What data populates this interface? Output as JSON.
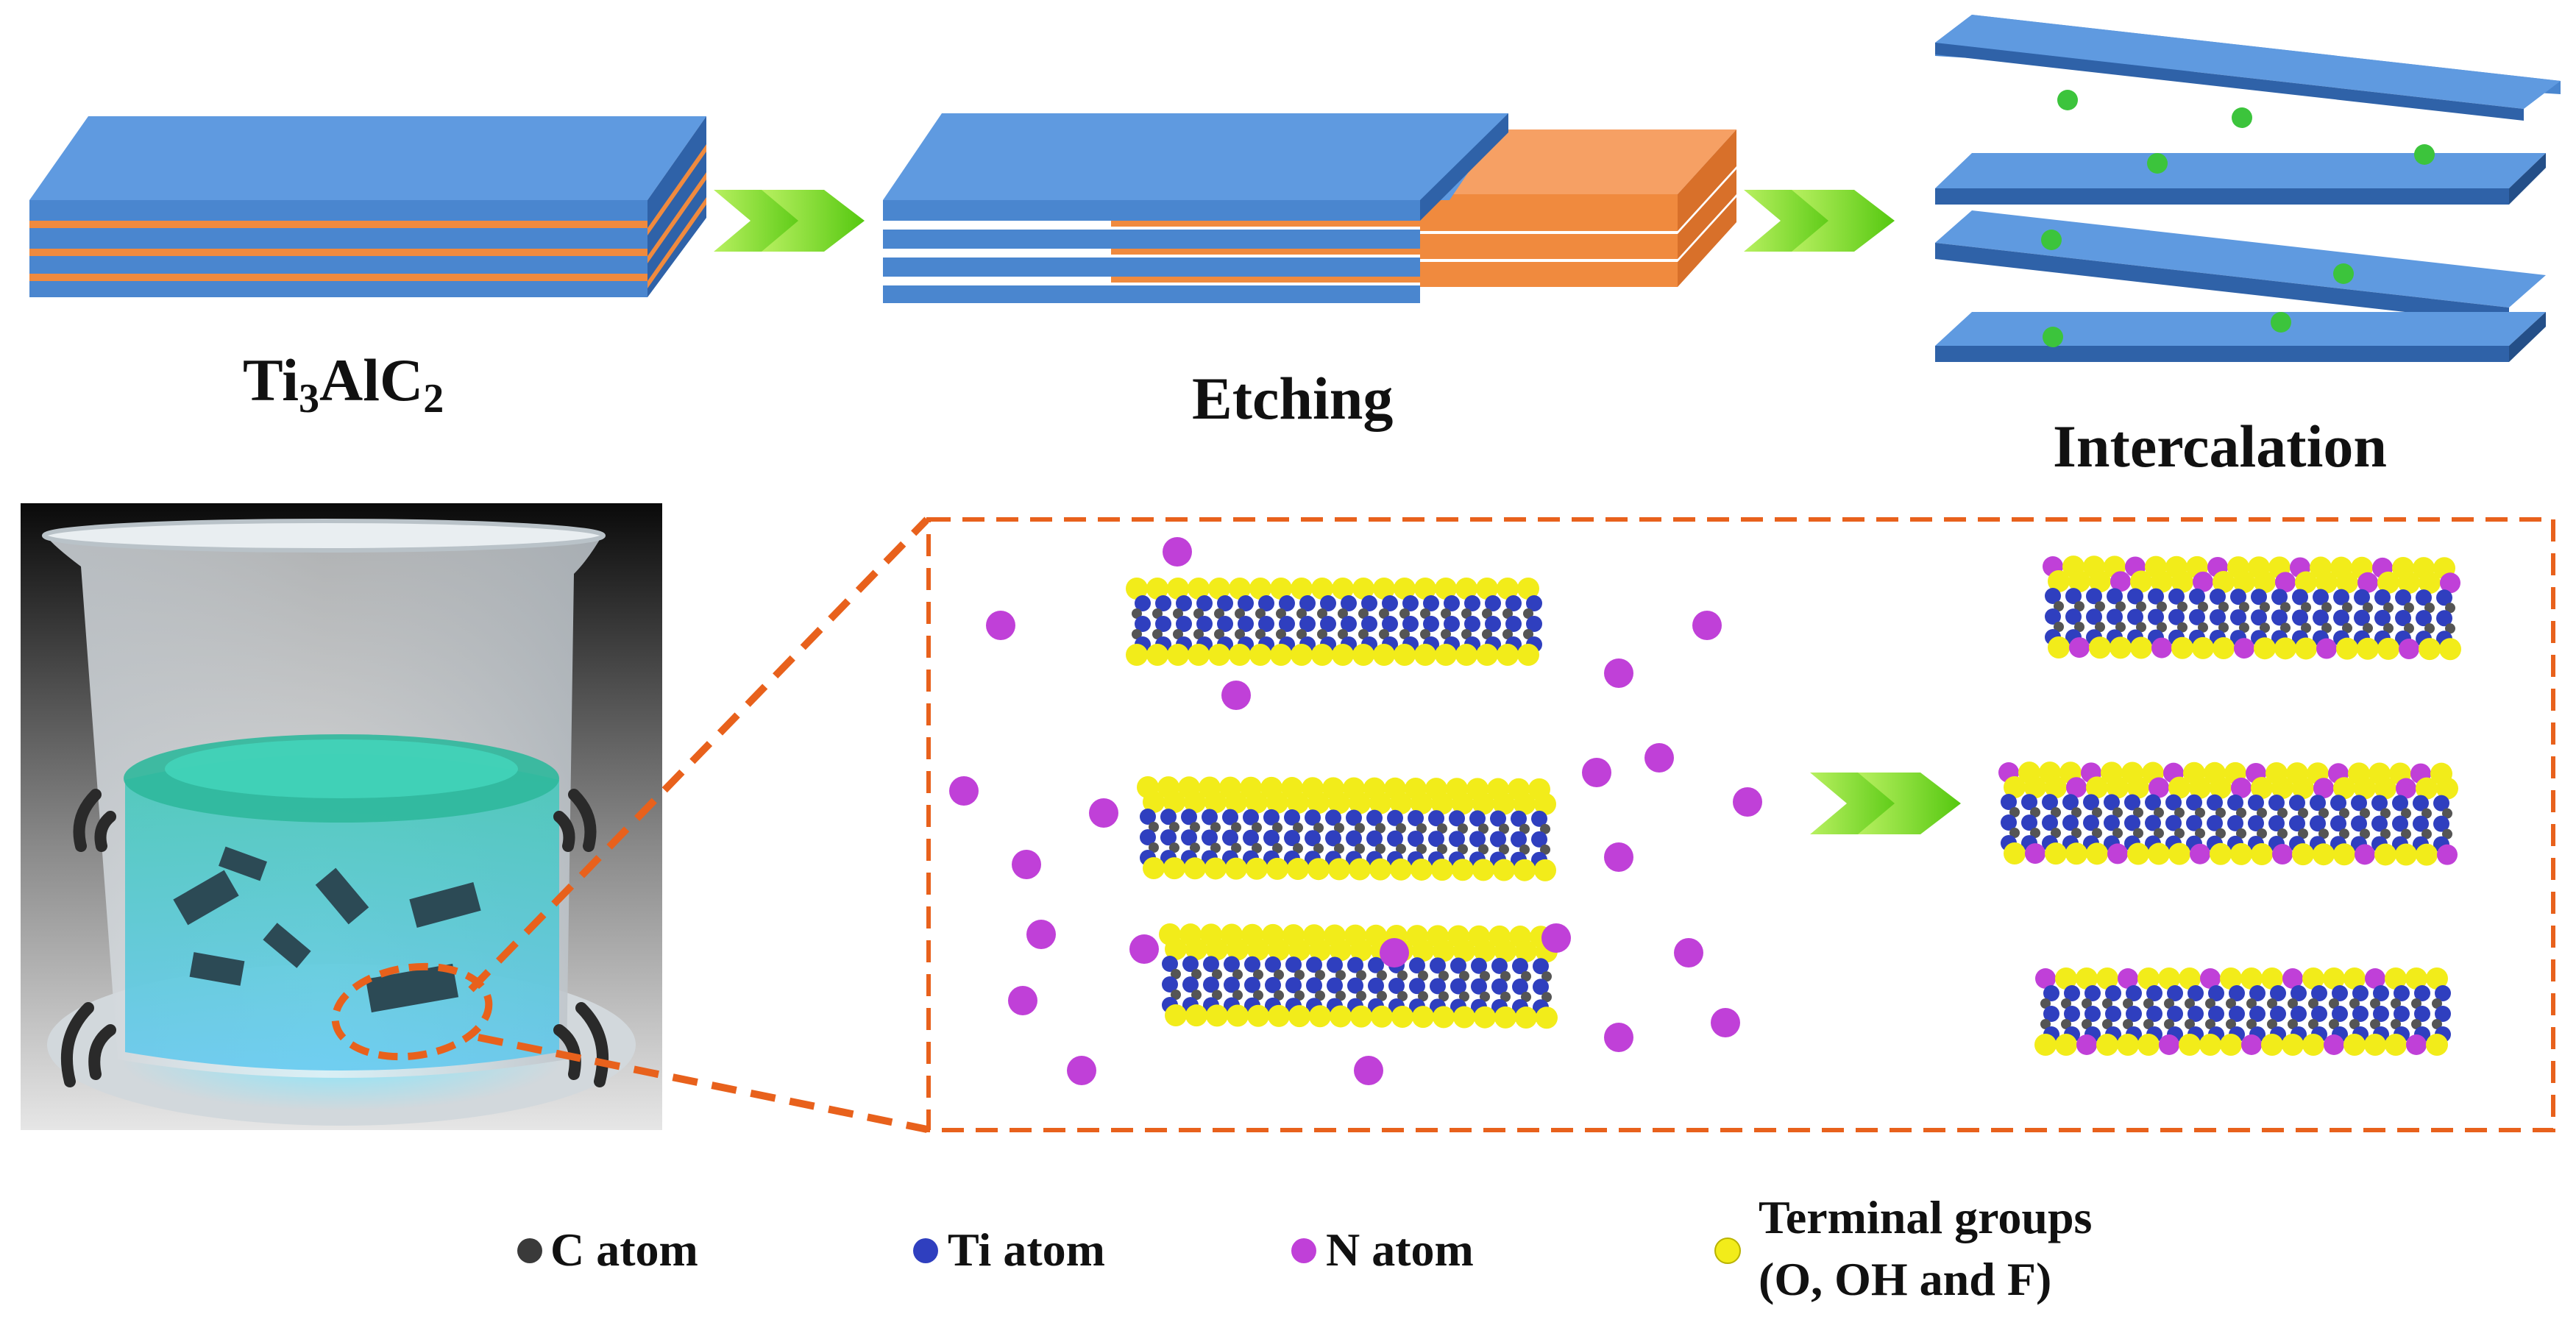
{
  "stages": {
    "precursor": {
      "formula_main": "Ti",
      "formula_sub1": "3",
      "formula_mid": "AlC",
      "formula_sub2": "2"
    },
    "etching": {
      "label": "Etching"
    },
    "intercalation": {
      "label": "Intercalation"
    }
  },
  "legend": {
    "c_atom": {
      "label": "C atom",
      "color": "#3a3a3a"
    },
    "ti_atom": {
      "label": "Ti atom",
      "color": "#2f3fbf"
    },
    "n_atom": {
      "label": "N atom",
      "color": "#c040d8"
    },
    "terminal": {
      "label_line1": "Terminal groups",
      "label_line2": "(O, OH and F)",
      "color": "#f2ec1a"
    }
  },
  "colors": {
    "sheet_blue": "#4a86cf",
    "sheet_blue_dark": "#2f62a8",
    "al_orange": "#f08a3e",
    "arrow_green": "#6fd21a",
    "intercalant_green": "#3cc43c",
    "callout_orange": "#e8611c"
  }
}
